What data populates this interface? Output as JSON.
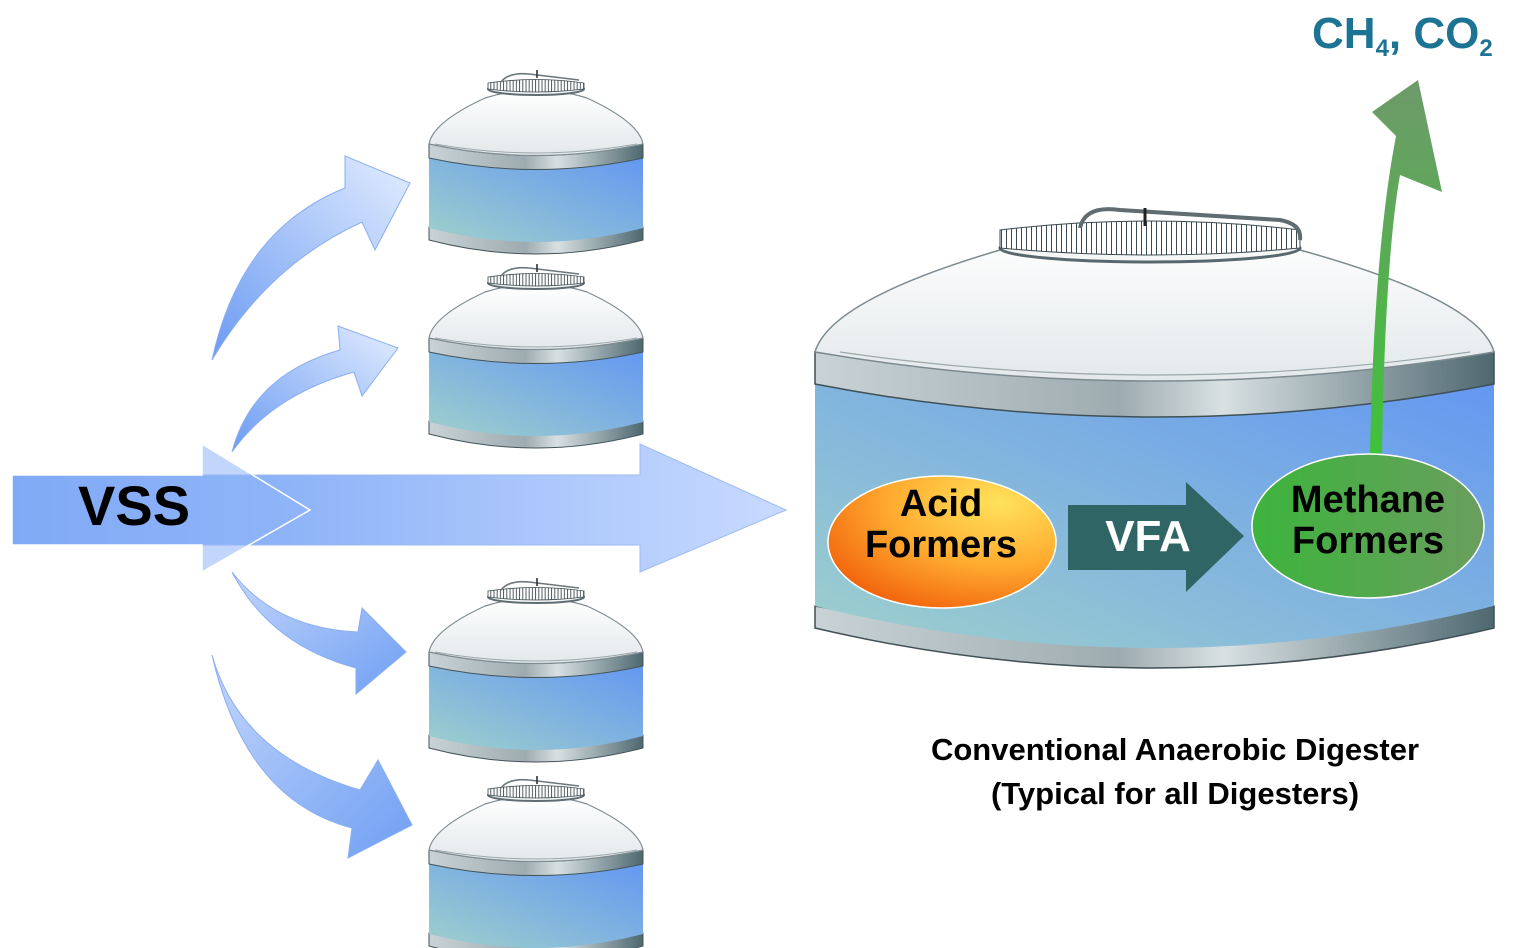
{
  "diagram": {
    "input_label": "VSS",
    "gas_output": {
      "prefix": "CH",
      "sub1": "4",
      "middle": ", CO",
      "sub2": "2"
    },
    "acid_formers": "Acid\nFormers",
    "vfa": "VFA",
    "methane_formers": "Methane\nFormers",
    "caption_line1": "Conventional Anaerobic Digester",
    "caption_line2": "(Typical for all Digesters)"
  },
  "colors": {
    "gas_label": "#1d7394",
    "vfa_arrow": "#2f6565",
    "acid_orange": "#f57a12",
    "acid_yellow": "#ffd54a",
    "methane_green": "#3fb040",
    "output_arrow_green": "#4cbf44",
    "flow_arrow_blue": "#8fb4f7",
    "tank_blue": "#6a9cf0",
    "tank_teal": "#9ed0cc"
  }
}
